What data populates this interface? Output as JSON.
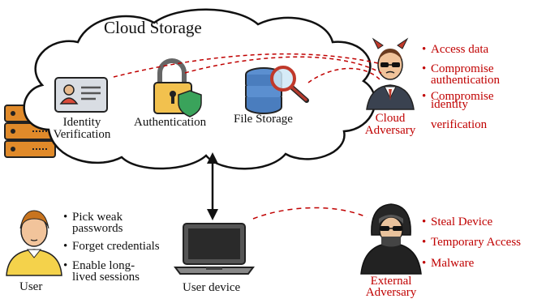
{
  "cloud": {
    "title": "Cloud Storage"
  },
  "services": {
    "identity": {
      "line1": "Identity",
      "line2": "Verification"
    },
    "authentication": {
      "label": "Authentication"
    },
    "file_storage": {
      "label": "File Storage"
    }
  },
  "cloud_adversary": {
    "line1": "Cloud",
    "line2": "Adversary",
    "threats": [
      {
        "line1": "Access data"
      },
      {
        "line1": "Compromise",
        "line2": "authentication"
      },
      {
        "line1": "Compromise",
        "line2": "identity",
        "line3": "verification"
      }
    ]
  },
  "user": {
    "label": "User",
    "risks": [
      {
        "line1": "Pick weak",
        "line2": "passwords"
      },
      {
        "line1": "Forget credentials"
      },
      {
        "line1": "Enable long-",
        "line2": "lived sessions"
      }
    ]
  },
  "device": {
    "label": "User device"
  },
  "external_adversary": {
    "line1": "External",
    "line2": "Adversary",
    "threats": [
      {
        "line1": "Steal Device"
      },
      {
        "line1": "Temporary Access"
      },
      {
        "line1": "Malware"
      }
    ]
  },
  "colors": {
    "threat": "#c00000",
    "line": "#c00000"
  },
  "bullet": "•"
}
